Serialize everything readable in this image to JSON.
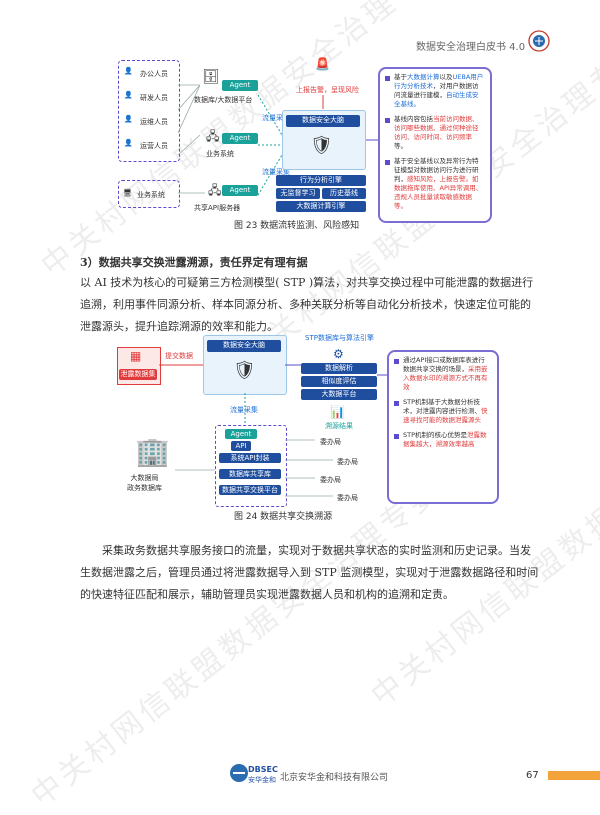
{
  "header": {
    "title": "数据安全治理白皮书 4.0"
  },
  "watermark": {
    "text": "中关村网信联盟数据安全治理专委会"
  },
  "figure23": {
    "caption": "图 23   数据流转监测、风险感知",
    "users": [
      "办公人员",
      "研发人员",
      "运维人员",
      "运营人员"
    ],
    "systems": [
      "业务系统",
      "业务系统"
    ],
    "agent": "Agent",
    "db_platform": "数据库/大数据平台",
    "flow_collect": "流量采集",
    "api_server": "共享API服务器",
    "report": "上报告警，呈现风险",
    "brain": "数据安全大脑",
    "engines": [
      "行为分析引擎",
      "无监督学习",
      "历史基线",
      "大数据计算引擎"
    ],
    "panel": [
      {
        "a": "基于",
        "b": "大数据计算",
        "c": "以及",
        "d": "UEBA用户行为分析技术",
        "e": "，对用户数据访问流量进行建模，",
        "f": "自动生成安全基线。"
      },
      {
        "a": "基线内容包括",
        "b": "",
        "c": "",
        "d": "当前访问数据、访问哪些数据、通过何种途径访问、访问时间、访问频率",
        "e": "等。",
        "f": ""
      },
      {
        "a": "基于安全基线以及异常行为特征模型对数据访问行为进行研判，",
        "b": "",
        "c": "",
        "d": "感知风险，上报告警。如数据拖库使用、API异常调用、违规人员批量读取敏感数据等。",
        "e": "",
        "f": ""
      }
    ]
  },
  "section": {
    "heading": "3）数据共享交换泄露溯源，责任界定有理有据",
    "paragraph": "以 AI 技术为核心的可疑第三方检测模型( STP )算法，对共享交换过程中可能泄露的数据进行追溯，利用事件同源分析、样本同源分析、多种关联分析等自动化分析技术，快速定位可能的泄露源头，提升追踪溯源的效率和能力。"
  },
  "figure24": {
    "caption": "图 24   数据共享交换溯源",
    "leak_data": "泄露数据集",
    "submit": "提交数据",
    "brain": "数据安全大脑",
    "stp_title": "STP数据库与算法引擎",
    "stp_items": [
      "数据解析",
      "相似度评估",
      "大数据平台"
    ],
    "trace_result": "溯源结果",
    "flow_collect": "流量采集",
    "agent": "Agent",
    "api_label": "API",
    "exchange_items": [
      "系统API封装",
      "数据库共享库",
      "数据共享交换平台"
    ],
    "bigdata_bureau": "大数据局\n政务数据库",
    "bureaus": [
      "委办局",
      "委办局",
      "委办局",
      "委办局"
    ],
    "panel": [
      {
        "n": "通过API接口或数据库表进行数据共享交换的场景，",
        "h": "采用嵌入数据水印的溯源方式不再有效"
      },
      {
        "n": "STP机制基于大数据分析技术，对泄露内容进行检测、",
        "h": "快速寻找可能的数据泄露源头"
      },
      {
        "n": "STP机制的核心优势是",
        "h": "泄露数据集越大，溯源效率越高"
      }
    ]
  },
  "closing_paragraph": "采集政务数据共享服务接口的流量，实现对于数据共享状态的实时监测和历史记录。当发生数据泄露之后，管理员通过将泄露数据导入到 STP 监测模型，实现对于泄露数据路径和时间的快速特征匹配和展示，辅助管理员实现泄露数据人员和机构的追溯和定责。",
  "footer": {
    "logo_text": "DBSEC",
    "logo_sub": "安华金和",
    "company": "北京安华金和科技有限公司",
    "page": "67"
  },
  "colors": {
    "accent_orange": "#f2a33a",
    "purple": "#5b4ccf",
    "blue": "#1e6fd6",
    "teal": "#1aa19a"
  }
}
